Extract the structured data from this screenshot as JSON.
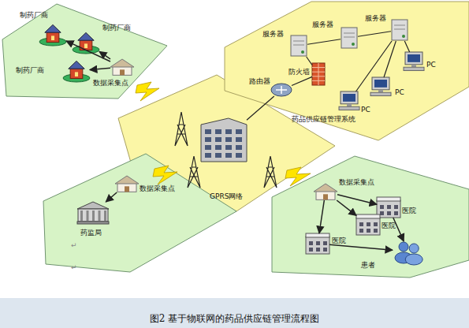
{
  "diagram": {
    "caption": "图2 基于物联网的药品供应链管理流程图",
    "nodes": [
      {
        "text": [
          "制药厂商"
        ]
      },
      {
        "text": [
          "制药厂商"
        ]
      },
      {
        "text": [
          "制药厂商"
        ]
      },
      {
        "text": [
          "数据采集点"
        ]
      },
      {
        "text": [
          "GPRS网络"
        ]
      },
      {
        "text": [
          "药品供应链管理系统"
        ]
      },
      {
        "text": [
          "服务器"
        ],
        "in": 5
      },
      {
        "text": [
          "服务器"
        ],
        "in": 5
      },
      {
        "text": [
          "服务器"
        ],
        "in": 5
      },
      {
        "text": [
          "防火墙"
        ],
        "in": 5
      },
      {
        "text": [
          "路由器"
        ],
        "in": 5
      },
      {
        "text": [
          "PC"
        ],
        "in": 5
      },
      {
        "text": [
          "PC"
        ],
        "in": 5
      },
      {
        "text": [
          "PC"
        ],
        "in": 5
      },
      {
        "text": [
          "数据采集点"
        ]
      },
      {
        "text": [
          "药监局"
        ]
      },
      {
        "text": [
          "数据采集点"
        ]
      },
      {
        "text": [
          "医院"
        ]
      },
      {
        "text": [
          "医院"
        ]
      },
      {
        "text": [
          "医院"
        ]
      },
      {
        "text": [
          "患者"
        ]
      }
    ],
    "edges": [
      {
        "from": 3,
        "to": 0,
        "arrow": "to"
      },
      {
        "from": 3,
        "to": 1,
        "arrow": "to"
      },
      {
        "from": 3,
        "to": 2,
        "arrow": "to"
      },
      {
        "from": 6,
        "to": 7,
        "arrow": "none"
      },
      {
        "from": 7,
        "to": 8,
        "arrow": "none"
      },
      {
        "from": 9,
        "to": 6,
        "arrow": "none"
      },
      {
        "from": 9,
        "to": 10,
        "arrow": "none"
      },
      {
        "from": 10,
        "to": 4,
        "arrow": "none"
      },
      {
        "from": 8,
        "to": 11,
        "arrow": "none"
      },
      {
        "from": 8,
        "to": 12,
        "arrow": "none"
      },
      {
        "from": 8,
        "to": 13,
        "arrow": "none"
      },
      {
        "from": 14,
        "to": 15,
        "arrow": "to"
      },
      {
        "from": 16,
        "to": 17,
        "arrow": "to"
      },
      {
        "from": 16,
        "to": 18,
        "arrow": "to"
      },
      {
        "from": 16,
        "to": 19,
        "arrow": "to"
      },
      {
        "from": 17,
        "to": 20,
        "arrow": "to"
      },
      {
        "from": 19,
        "to": 20,
        "arrow": "to"
      }
    ],
    "labels": [
      "↵",
      "↵"
    ]
  }
}
